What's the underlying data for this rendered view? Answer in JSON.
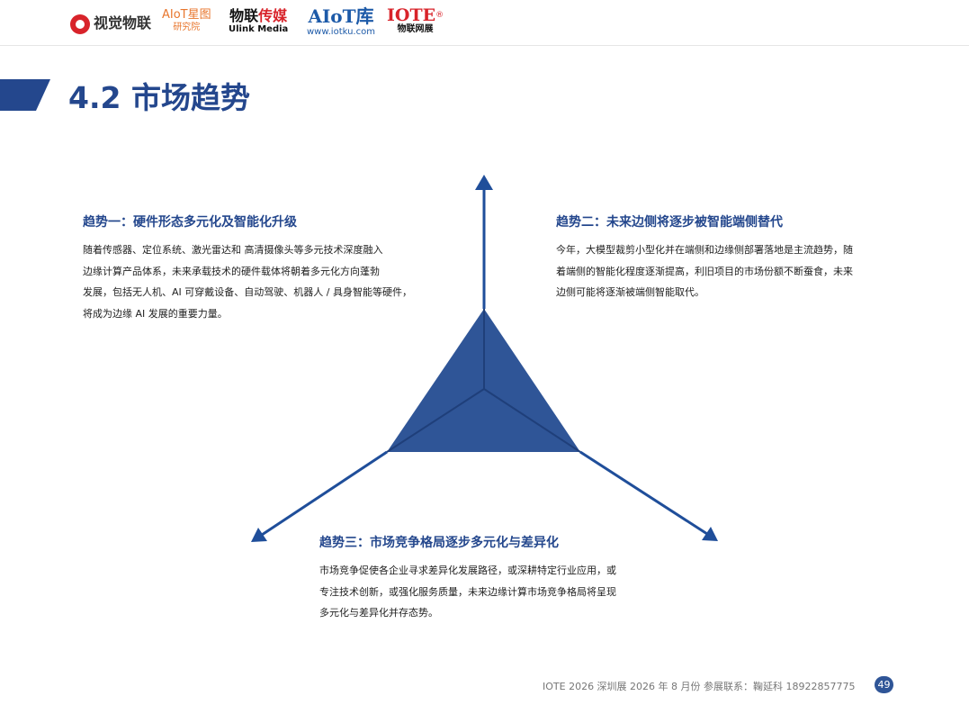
{
  "logos": {
    "logo1": "视觉物联",
    "logo2_main": "AIoT星图",
    "logo2_sub": "研究院",
    "logo3_part1": "物联",
    "logo3_part2": "传媒",
    "logo3_sub": "Ulink Media",
    "logo4_main": "AIoT库",
    "logo4_sub": "www.iotku.com",
    "logo5_main": "IOTE",
    "logo5_reg": "®",
    "logo5_sub": "物联网展"
  },
  "page_title": "4.2 市场趋势",
  "trends": [
    {
      "heading": "趋势一：硬件形态多元化及智能化升级",
      "lines": [
        "随着传感器、定位系统、激光雷达和 高清摄像头等多元技术深度融入",
        "边缘计算产品体系，未来承载技术的硬件载体将朝着多元化方向蓬勃",
        "发展，包括无人机、AI 可穿戴设备、自动驾驶、机器人 / 具身智能等硬件，",
        "将成为边缘 AI 发展的重要力量。"
      ]
    },
    {
      "heading": "趋势二：未来边侧将逐步被智能端侧替代",
      "lines": [
        "今年，大模型裁剪小型化并在端侧和边缘侧部署落地是主流趋势，随",
        "着端侧的智能化程度逐渐提高，利旧项目的市场份额不断蚕食，未来",
        "边侧可能将逐渐被端侧智能取代。"
      ]
    },
    {
      "heading": "趋势三：市场竞争格局逐步多元化与差异化",
      "lines": [
        "市场竞争促使各企业寻求差异化发展路径，或深耕特定行业应用，或",
        "专注技术创新，或强化服务质量，未来边缘计算市场竞争格局将呈现",
        "多元化与差异化并存态势。"
      ]
    }
  ],
  "footer": "IOTE 2026 深圳展 2026 年 8 月份  参展联系：鞠延科 18922857775",
  "page_number": "49",
  "colors": {
    "primary": "#24478d",
    "triangle": "#2f5597",
    "arrow": "#1f4e9a",
    "logo_red": "#d8232a"
  }
}
